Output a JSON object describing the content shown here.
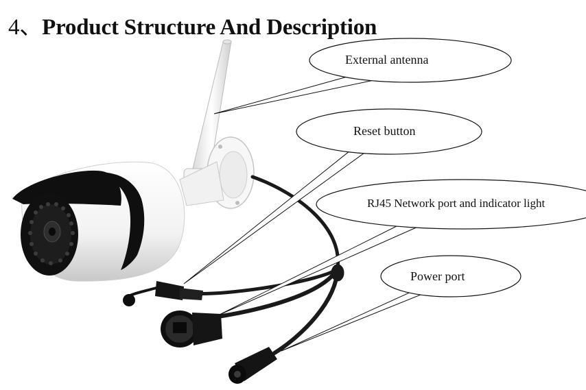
{
  "heading": {
    "number": "4、",
    "title": "Product Structure And Description"
  },
  "callouts": [
    {
      "id": "antenna",
      "label": "External antenna"
    },
    {
      "id": "reset",
      "label": "Reset button"
    },
    {
      "id": "rj45",
      "label": "RJ45 Network port and indicator light"
    },
    {
      "id": "power",
      "label": "Power port"
    }
  ],
  "colors": {
    "text": "#111111",
    "camera_body": "#ffffff",
    "camera_band": "#111111",
    "cable": "#1a1a1a"
  }
}
